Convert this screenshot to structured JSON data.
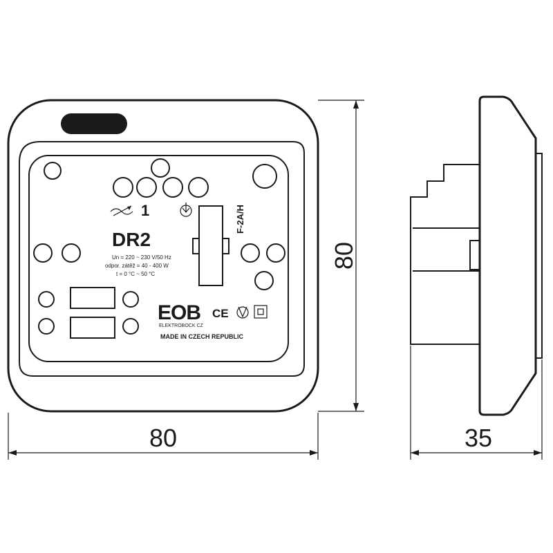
{
  "dimensions": {
    "width": "80",
    "height": "80",
    "depth": "35"
  },
  "label": {
    "mode_number": "1",
    "model": "DR2",
    "spec_line_1": "Un = 220 ~ 230 V/50 Hz",
    "spec_line_2": "odpor. zátěž = 40 - 400 W",
    "spec_line_3": "t = 0 °C ~ 50 °C",
    "fuse": "F-2A/H",
    "brand_logo": "EOB",
    "brand_name": "ELEKTROBOCK CZ",
    "origin": "MADE IN CZECH REPUBLIC",
    "ce_mark": "CE"
  }
}
